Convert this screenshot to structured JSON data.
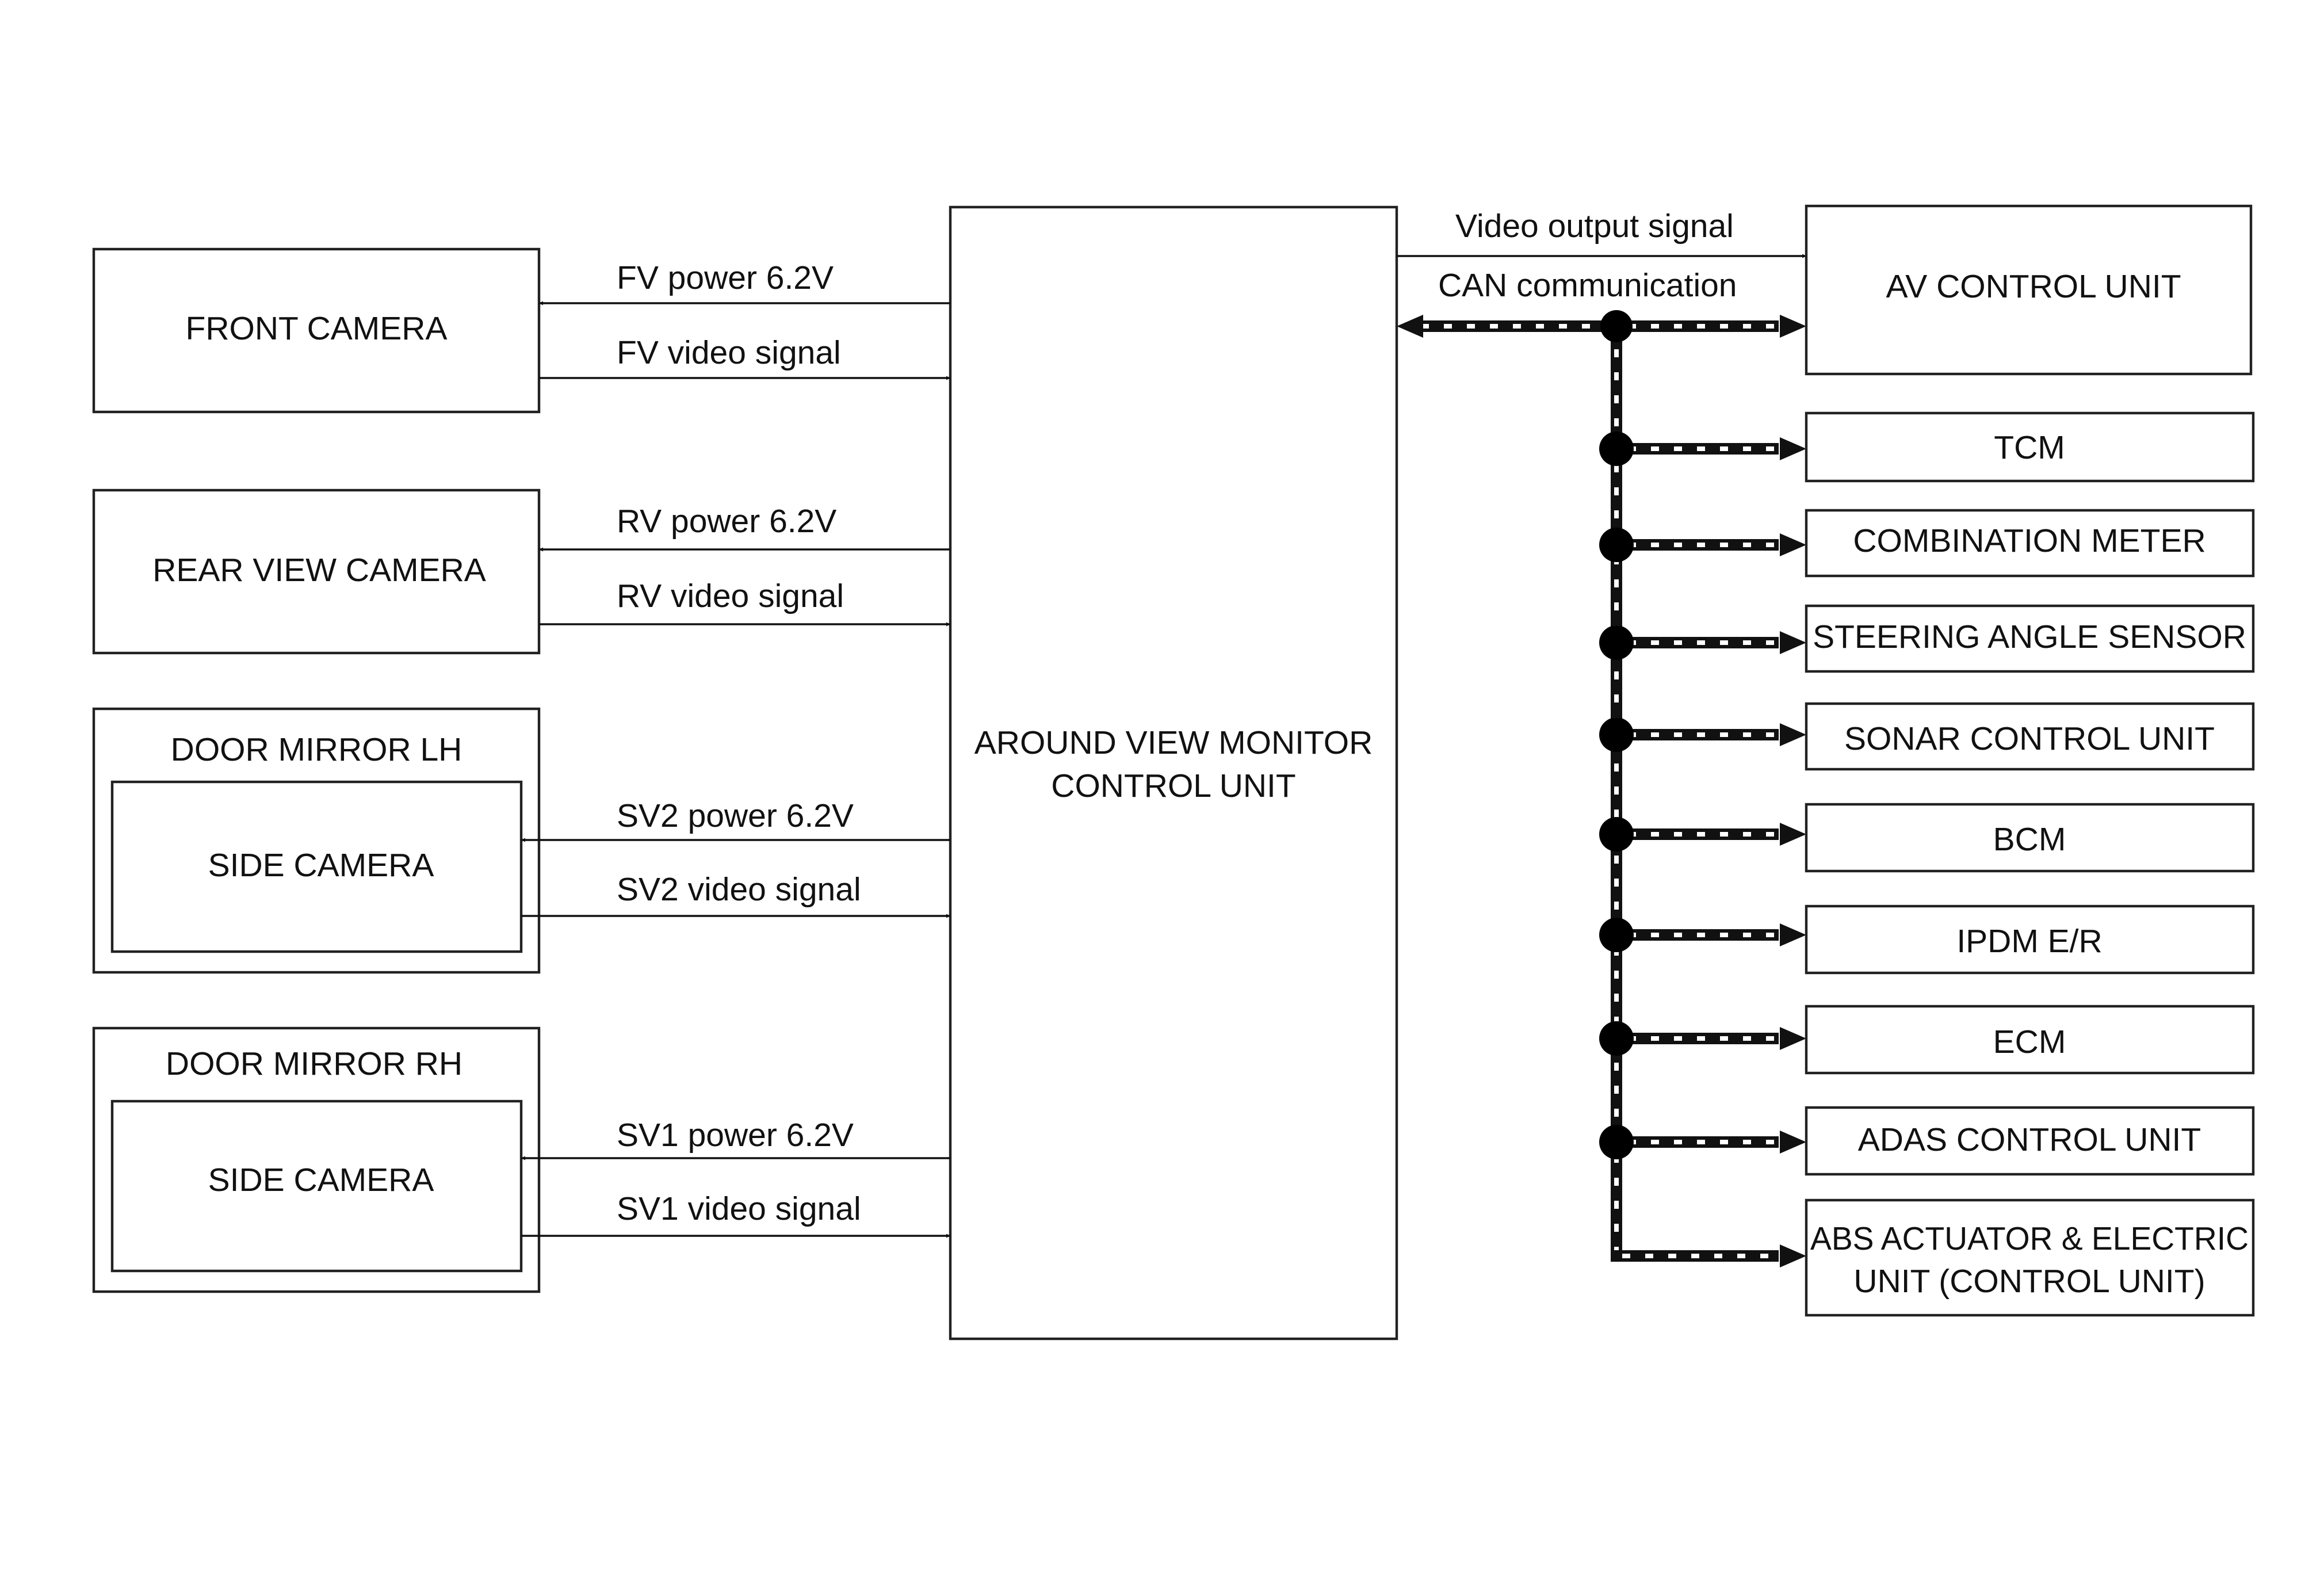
{
  "center_unit": {
    "line1": "AROUND VIEW MONITOR",
    "line2": "CONTROL UNIT"
  },
  "cameras": {
    "front": "FRONT CAMERA",
    "rear": "REAR VIEW CAMERA",
    "mirror_lh": "DOOR MIRROR LH",
    "mirror_rh": "DOOR MIRROR RH",
    "side_lh": "SIDE CAMERA",
    "side_rh": "SIDE CAMERA"
  },
  "signals": {
    "fv_power": "FV power 6.2V",
    "fv_video": "FV video signal",
    "rv_power": "RV power 6.2V",
    "rv_video": "RV video signal",
    "sv2_power": "SV2 power 6.2V",
    "sv2_video": "SV2 video signal",
    "sv1_power": "SV1 power 6.2V",
    "sv1_video": "SV1 video signal",
    "video_output": "Video output signal",
    "can": "CAN communication"
  },
  "units": {
    "av": "AV CONTROL UNIT",
    "tcm": "TCM",
    "combination_meter": "COMBINATION METER",
    "steering": "STEERING ANGLE SENSOR",
    "sonar": "SONAR CONTROL UNIT",
    "bcm": "BCM",
    "ipdm": "IPDM E/R",
    "ecm": "ECM",
    "adas": "ADAS CONTROL UNIT",
    "abs_line1": "ABS ACTUATOR & ELECTRIC",
    "abs_line2": "UNIT (CONTROL UNIT)"
  }
}
